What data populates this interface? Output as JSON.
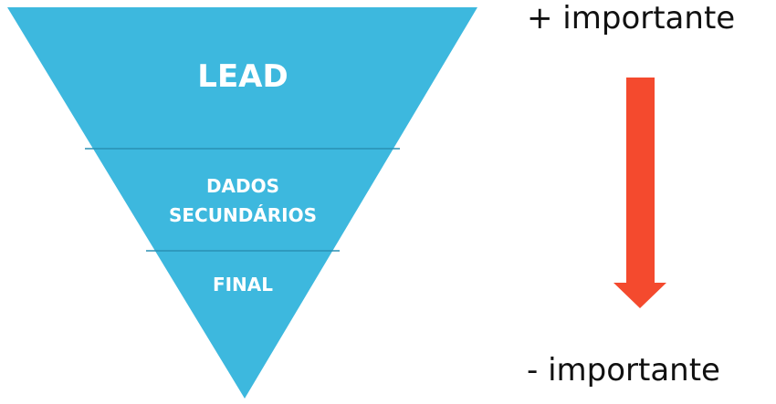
{
  "pyramid": {
    "levels": [
      {
        "label": "LEAD"
      },
      {
        "label_line1": "DADOS",
        "label_line2": "SECUNDÁRIOS"
      },
      {
        "label": "FINAL"
      }
    ]
  },
  "scale": {
    "top_label": "+ importante",
    "bottom_label": "- importante"
  },
  "colors": {
    "pyramid": "#3db8de",
    "divider": "#2a8fb3",
    "arrow": "#f44a2e"
  }
}
